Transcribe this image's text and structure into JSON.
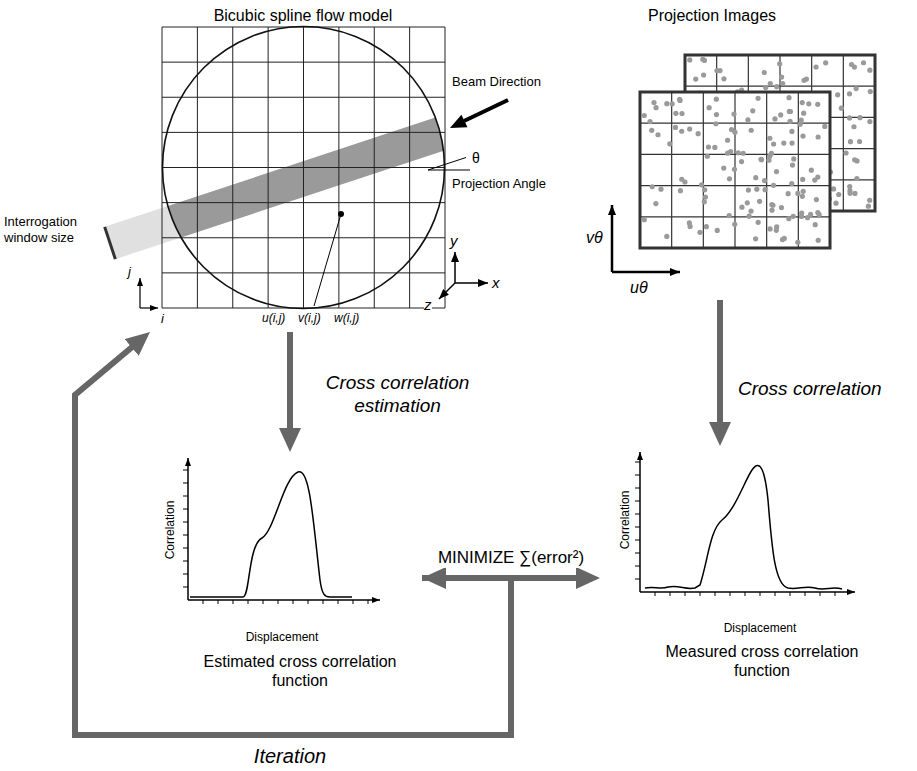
{
  "diagram": {
    "nodes": [
      {
        "text": [
          "Bicubic spline flow model"
        ]
      },
      {
        "text": [
          "Projection Images"
        ]
      },
      {
        "text": [
          "Correlation",
          "Displacement",
          "Estimated cross correlation function"
        ]
      },
      {
        "text": [
          "Correlation",
          "Displacement",
          "Measured cross correlation function"
        ]
      }
    ],
    "edges": [
      {
        "from": 0,
        "to": 2,
        "arrow": "to",
        "label": "Cross correlation estimation"
      },
      {
        "from": 1,
        "to": 3,
        "arrow": "to",
        "label": "Cross correlation"
      },
      {
        "from": 2,
        "to": 3,
        "arrow": "both",
        "label": "MINIMIZE ∑(error²)"
      },
      {
        "from": 2,
        "to": 0,
        "arrow": "to",
        "label": "Iteration"
      }
    ],
    "labels": [
      "Beam Direction",
      "θ",
      "Projection Angle",
      "Interrogation window size",
      "j",
      "i",
      "y",
      "x",
      "z",
      "u(i,j)",
      "v(i,j)",
      "w(i,j)",
      "vθ",
      "uθ"
    ]
  }
}
